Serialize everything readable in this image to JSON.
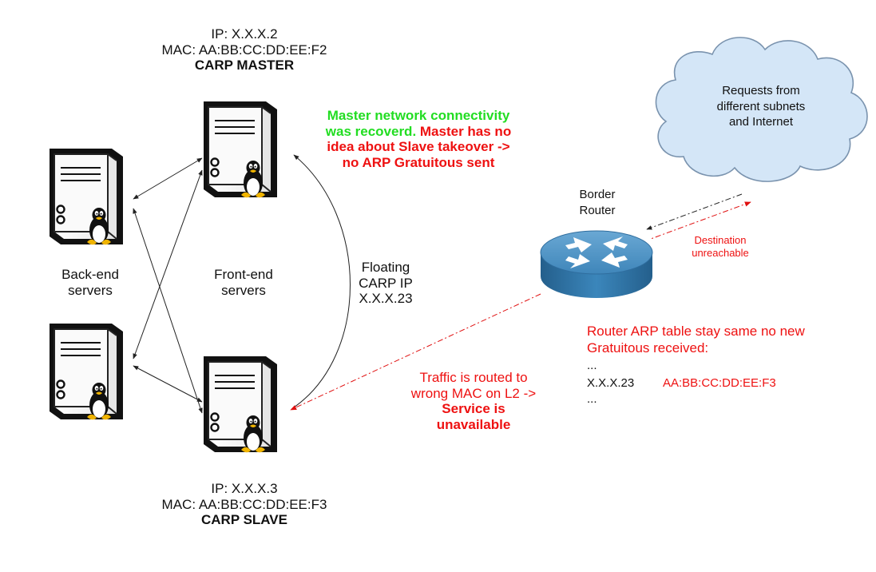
{
  "master": {
    "ip": "IP: X.X.X.2",
    "mac": "MAC: AA:BB:CC:DD:EE:F2",
    "role": "CARP MASTER"
  },
  "slave": {
    "ip": "IP: X.X.X.3",
    "mac": "MAC: AA:BB:CC:DD:EE:F3",
    "role": "CARP SLAVE"
  },
  "backend": {
    "line1": "Back-end",
    "line2": "servers"
  },
  "frontend": {
    "line1": "Front-end",
    "line2": "servers"
  },
  "floating": {
    "line1": "Floating",
    "line2": "CARP IP",
    "line3": "X.X.X.23"
  },
  "master_note": {
    "green1": "Master network connectivity",
    "green2": "was recoverd.",
    "red2": " Master has no",
    "red3": "idea about Slave takeover ->",
    "red4": "no ARP Gratuitous sent"
  },
  "traffic_note": {
    "line1": "Traffic is routed to",
    "line2": "wrong MAC on L2 ->",
    "line3": "Service is",
    "line4": "unavailable"
  },
  "router": {
    "line1": "Border",
    "line2": "Router"
  },
  "cloud": {
    "line1": "Requests from",
    "line2": "different subnets",
    "line3": "and Internet"
  },
  "dest": {
    "line1": "Destination",
    "line2": "unreachable"
  },
  "arp_table": {
    "title1": "Router ARP table stay same no new",
    "title2": "Gratuitous received:",
    "dots1": "...",
    "ip": "X.X.X.23",
    "mac": "AA:BB:CC:DD:EE:F3",
    "dots2": "..."
  },
  "colors": {
    "red": "#ee1111",
    "green": "#22dd22",
    "cloud_fill": "#d4e6f7",
    "cloud_stroke": "#7a93ae",
    "router_top": "#4d93c6",
    "router_side": "#2a6a9b"
  }
}
